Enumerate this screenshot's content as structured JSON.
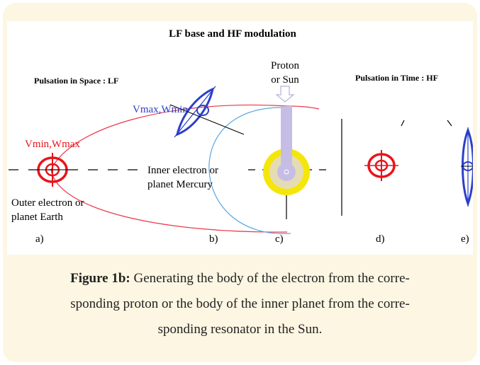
{
  "diagram": {
    "title": "LF base and HF modulation",
    "pulsation_space_label": "Pulsation in Space : LF",
    "pulsation_time_label": "Pulsation in Time : HF",
    "proton_label_line1": "Proton",
    "proton_label_line2": "or Sun",
    "outer_label_top": "Vmin,Wmax",
    "inner_label_top": "Vmax,Wmin",
    "outer_label_line1": "Outer electron or",
    "outer_label_line2": "planet Earth",
    "inner_label_line1": "Inner electron or",
    "inner_label_line2": "planet Mercury",
    "panel_a": "a)",
    "panel_b": "b)",
    "panel_c": "c)",
    "panel_d": "d)",
    "panel_e": "e)",
    "colors": {
      "outer_red": "#e8141c",
      "inner_blue": "#2b3fc9",
      "sun_yellow": "#f5e60a",
      "sun_beige": "#e6dcb4",
      "sun_lavender": "#c6bde6",
      "orbit_pink": "#e8384a",
      "orbit_cyan": "#58a8e0",
      "card_bg": "#fdf6e2"
    }
  },
  "caption": {
    "label": "Figure 1b:",
    "text_line1": " Generating the body of the electron from the corre-",
    "text_line2": "sponding proton or the body of the inner planet from the corre-",
    "text_line3": "sponding resonator in the Sun."
  }
}
